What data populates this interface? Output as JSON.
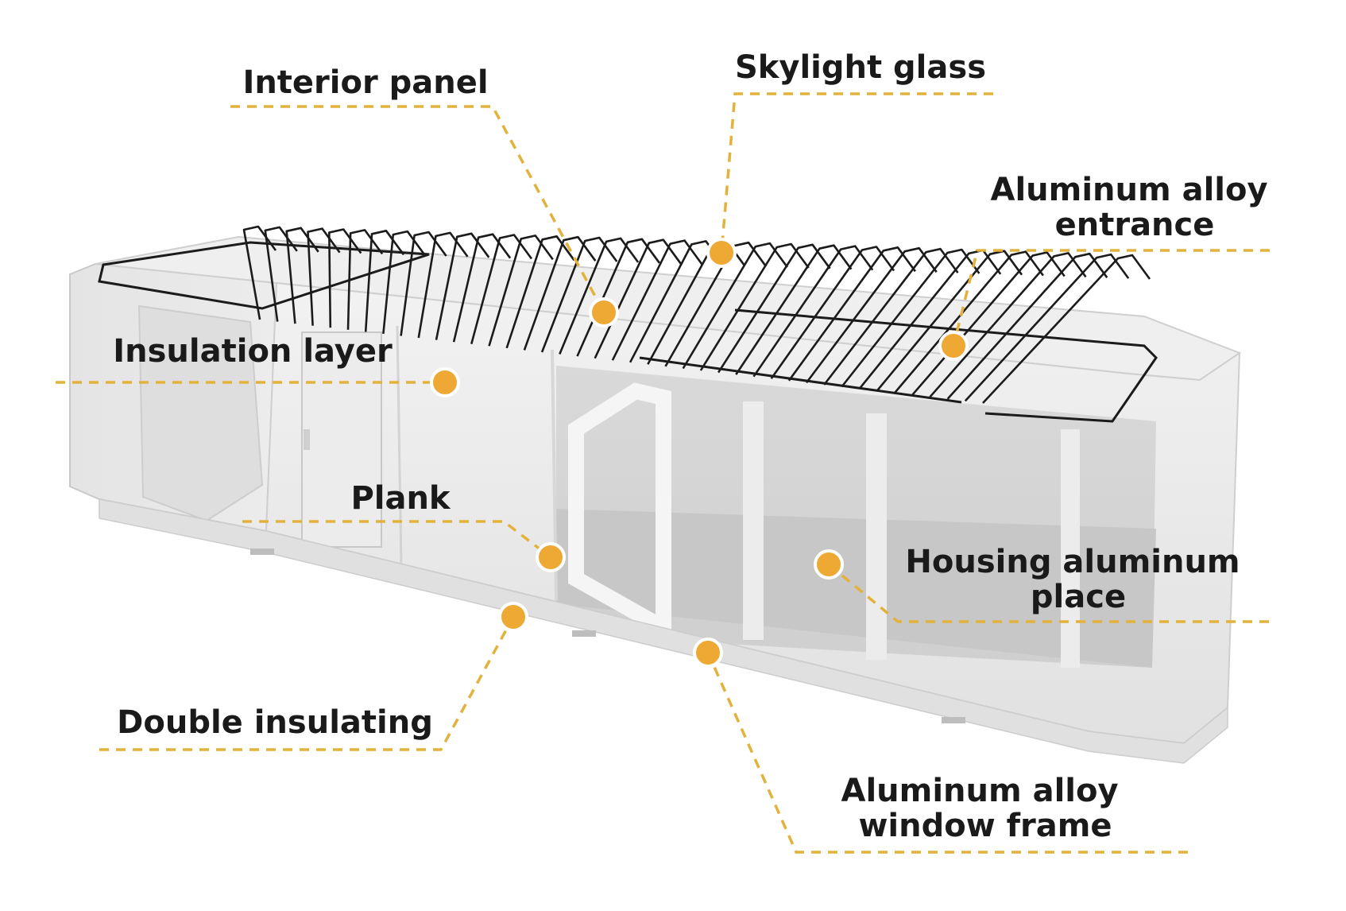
{
  "diagram": {
    "accent_color": "#eea934",
    "leader_color": "#e2b23c",
    "body_color": "#e9e9e9",
    "callouts": [
      {
        "id": "interior-panel",
        "lines": [
          "Interior panel"
        ]
      },
      {
        "id": "skylight-glass",
        "lines": [
          "Skylight glass"
        ]
      },
      {
        "id": "aluminum-alloy-entrance",
        "lines": [
          "Aluminum alloy",
          "entrance"
        ]
      },
      {
        "id": "insulation-layer",
        "lines": [
          "Insulation layer"
        ]
      },
      {
        "id": "plank",
        "lines": [
          "Plank"
        ]
      },
      {
        "id": "housing-aluminum-place",
        "lines": [
          "Housing aluminum",
          "place"
        ]
      },
      {
        "id": "double-insulating",
        "lines": [
          "Double insulating"
        ]
      },
      {
        "id": "aluminum-alloy-window-frame",
        "lines": [
          "Aluminum alloy",
          "window frame"
        ]
      }
    ]
  }
}
